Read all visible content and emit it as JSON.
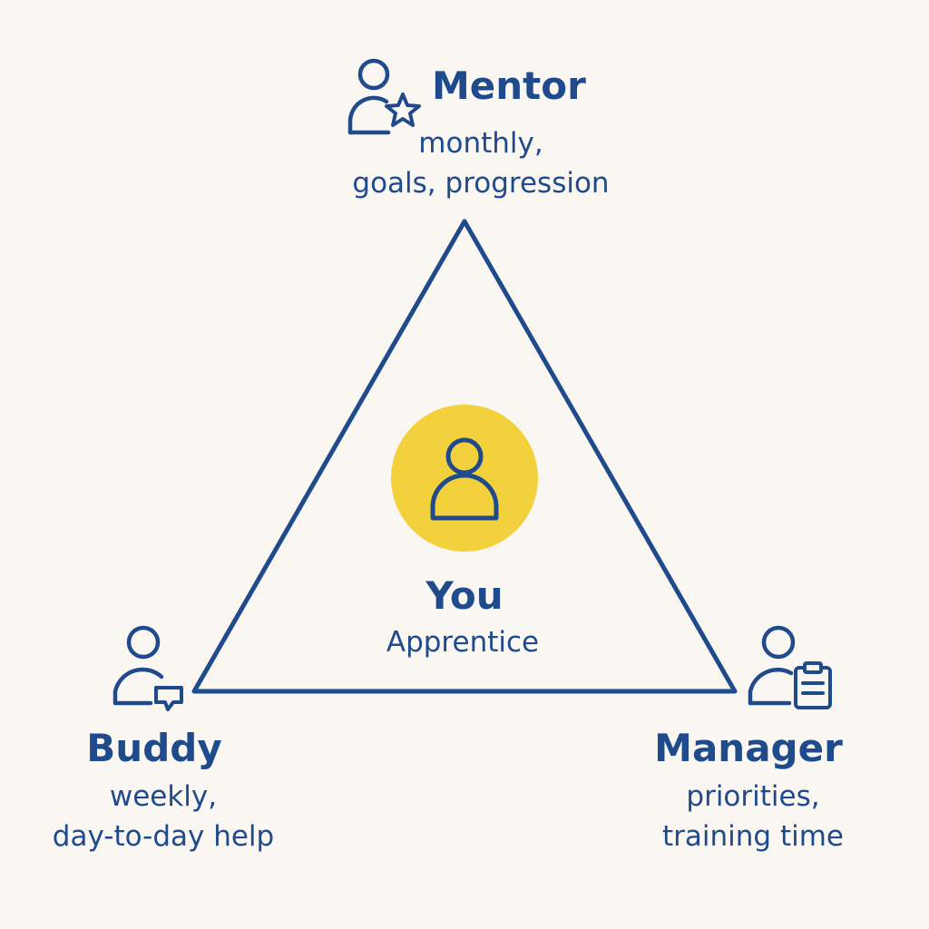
{
  "center": {
    "name": "You",
    "role": "Apprentice",
    "icon": "person-icon",
    "accent_color": "#f2d13c"
  },
  "mentor": {
    "name": "Mentor",
    "lines": [
      "monthly,",
      "goals, progression"
    ],
    "icon": "person-star-icon"
  },
  "buddy": {
    "name": "Buddy",
    "lines": [
      "weekly,",
      "day-to-day help"
    ],
    "icon": "person-chat-icon"
  },
  "manager": {
    "name": "Manager",
    "lines": [
      "priorities,",
      "training time"
    ],
    "icon": "person-clipboard-icon"
  },
  "colors": {
    "primary": "#1f4a8c",
    "background": "#faf7f2",
    "accent": "#f2d13c"
  }
}
